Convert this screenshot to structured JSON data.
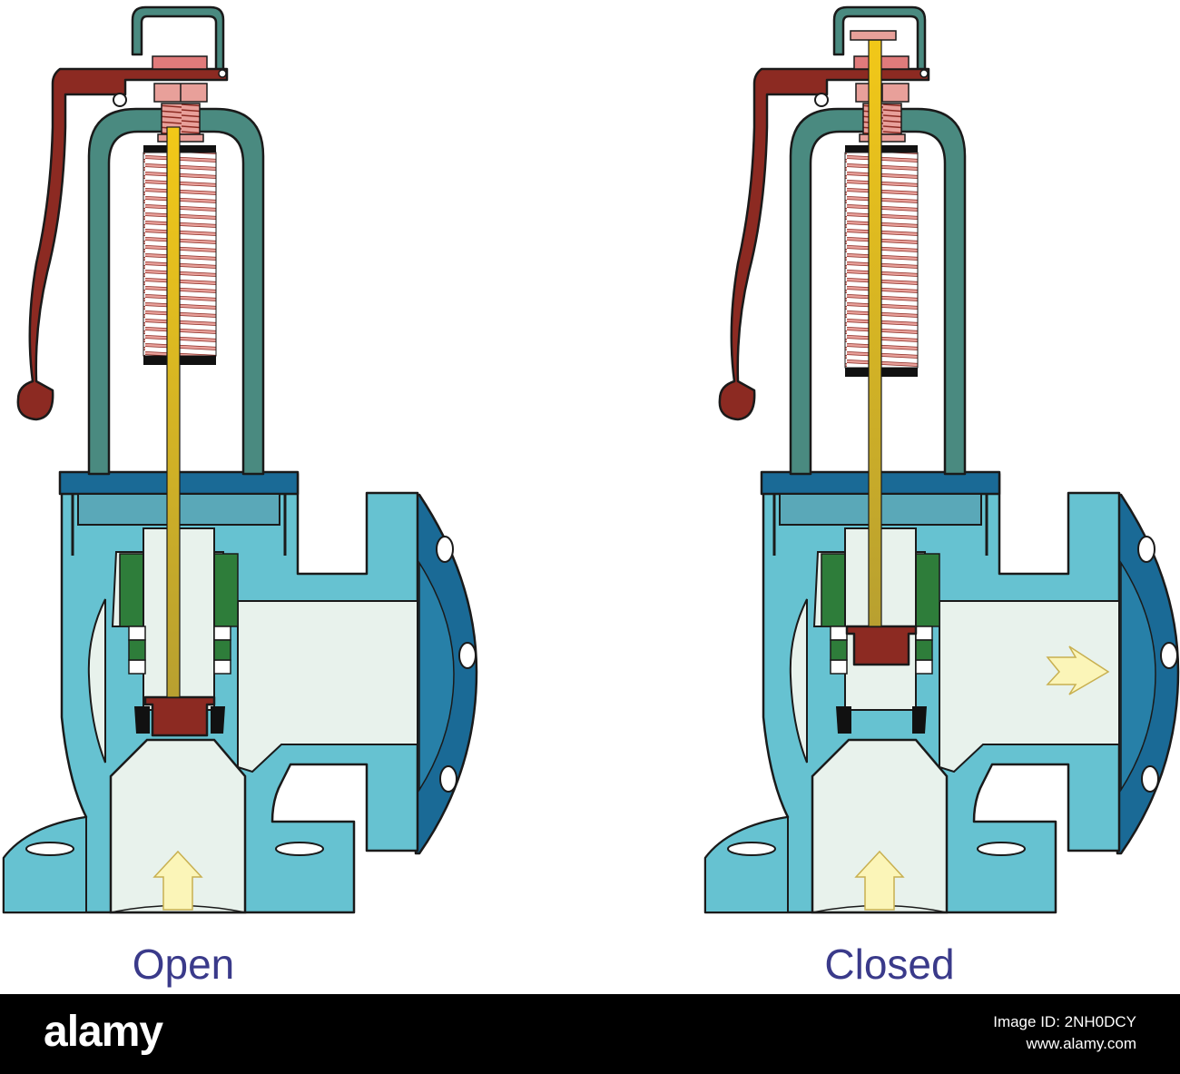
{
  "labels": {
    "open": "Open",
    "closed": "Closed"
  },
  "footer": {
    "logo": "alamy",
    "image_id": "Image ID: 2NH0DCY",
    "url": "www.alamy.com"
  },
  "valves": [
    {
      "name": "open-valve",
      "state": "open",
      "disc_lifted": false,
      "outlet_arrow": false
    },
    {
      "name": "closed-valve",
      "state": "closed",
      "disc_lifted": true,
      "outlet_arrow": true
    }
  ],
  "colors": {
    "body": "#66c2d1",
    "body_dark": "#1a6a96",
    "bonnet": "#4a8a80",
    "lever": "#8c2a22",
    "spring": "#e8a09a",
    "stem": "#e6c020",
    "interior": "#e8f2ec",
    "guide": "#2e7d3a",
    "arrow": "#fbf5b8"
  }
}
